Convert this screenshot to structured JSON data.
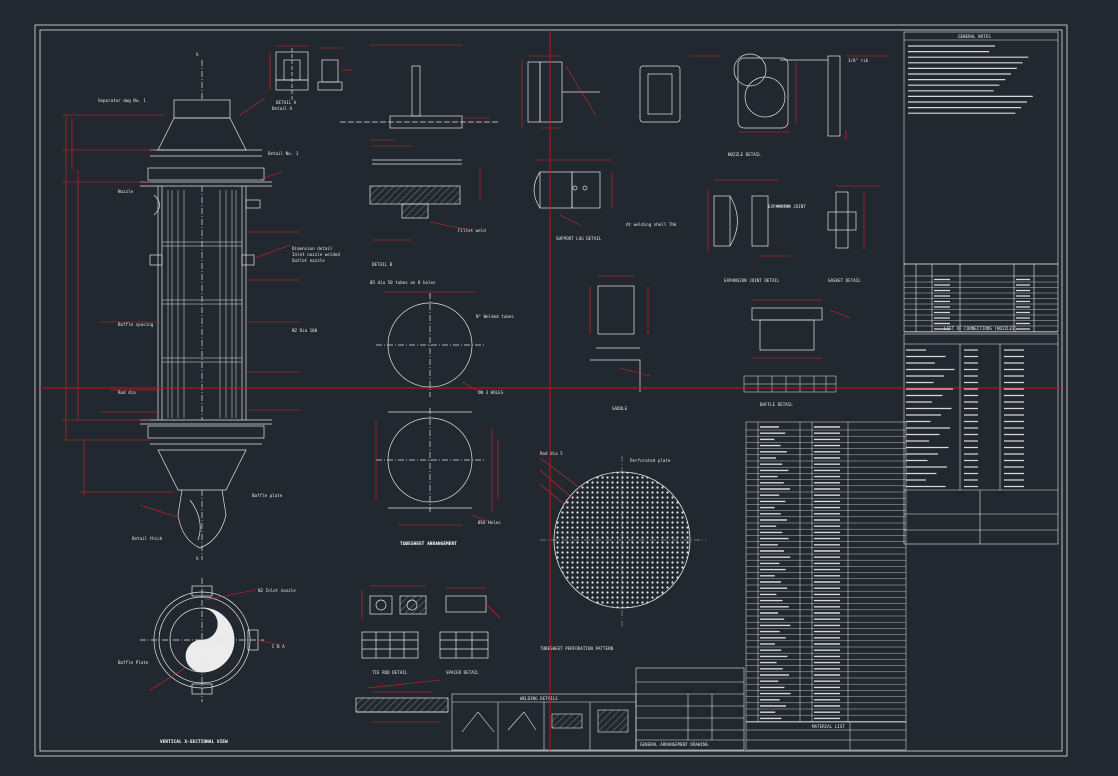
{
  "colors": {
    "background": "#212830",
    "line": "#e4e4e4",
    "dim": "#e02424",
    "crosshair": "#d01010",
    "dash": "#bcbcbc"
  },
  "sections": {
    "main_view": "VERTICAL X-SECTIONAL VIEW",
    "detail_a": "DETAIL A",
    "detail_b": "DETAIL B",
    "tube_sheet": "TUBESHEET ARRANGEMENT",
    "baffle": "BAFFLE DETAIL",
    "tie_rod": "TIE ROD DETAIL",
    "spacer": "SPACER DETAIL",
    "expansion_joint": "EXPANSION JOINT DETAIL",
    "support_lug": "SUPPORT LUG DETAIL",
    "saddle": "SADDLE",
    "nozzle": "NOZZLE DETAIL",
    "gasket": "GASKET DETAIL",
    "welding": "WELDING DETAILS",
    "nozzle_table": "LIST OF CONNECTIONS (NOZZLES)",
    "material_list": "MATERIAL LIST",
    "general_notes": "GENERAL NOTES",
    "drawing_title": "GENERAL ARRANGEMENT DRAWING"
  }
}
